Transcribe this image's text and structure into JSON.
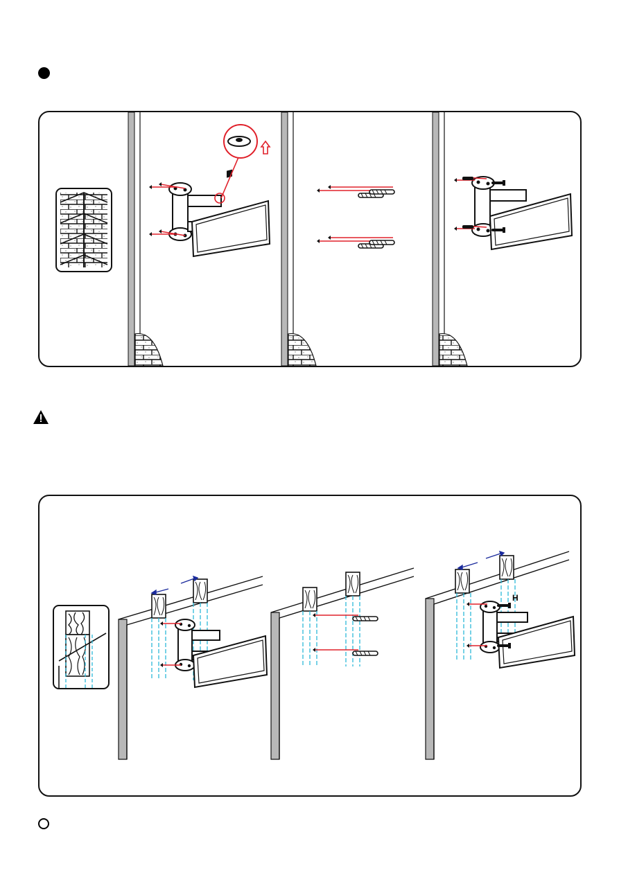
{
  "page": {
    "step_marker_filled": "filled-circle",
    "step_marker_outline": "outline-circle",
    "warning_icon": "warning-triangle-icon"
  },
  "wood_panel": {
    "screw_label": "H"
  },
  "colors": {
    "guide_line": "#e0202a",
    "stud_line": "#2bb8d8",
    "arrow_blue": "#1a2a9c",
    "wall_gray": "#b0b0b0"
  }
}
